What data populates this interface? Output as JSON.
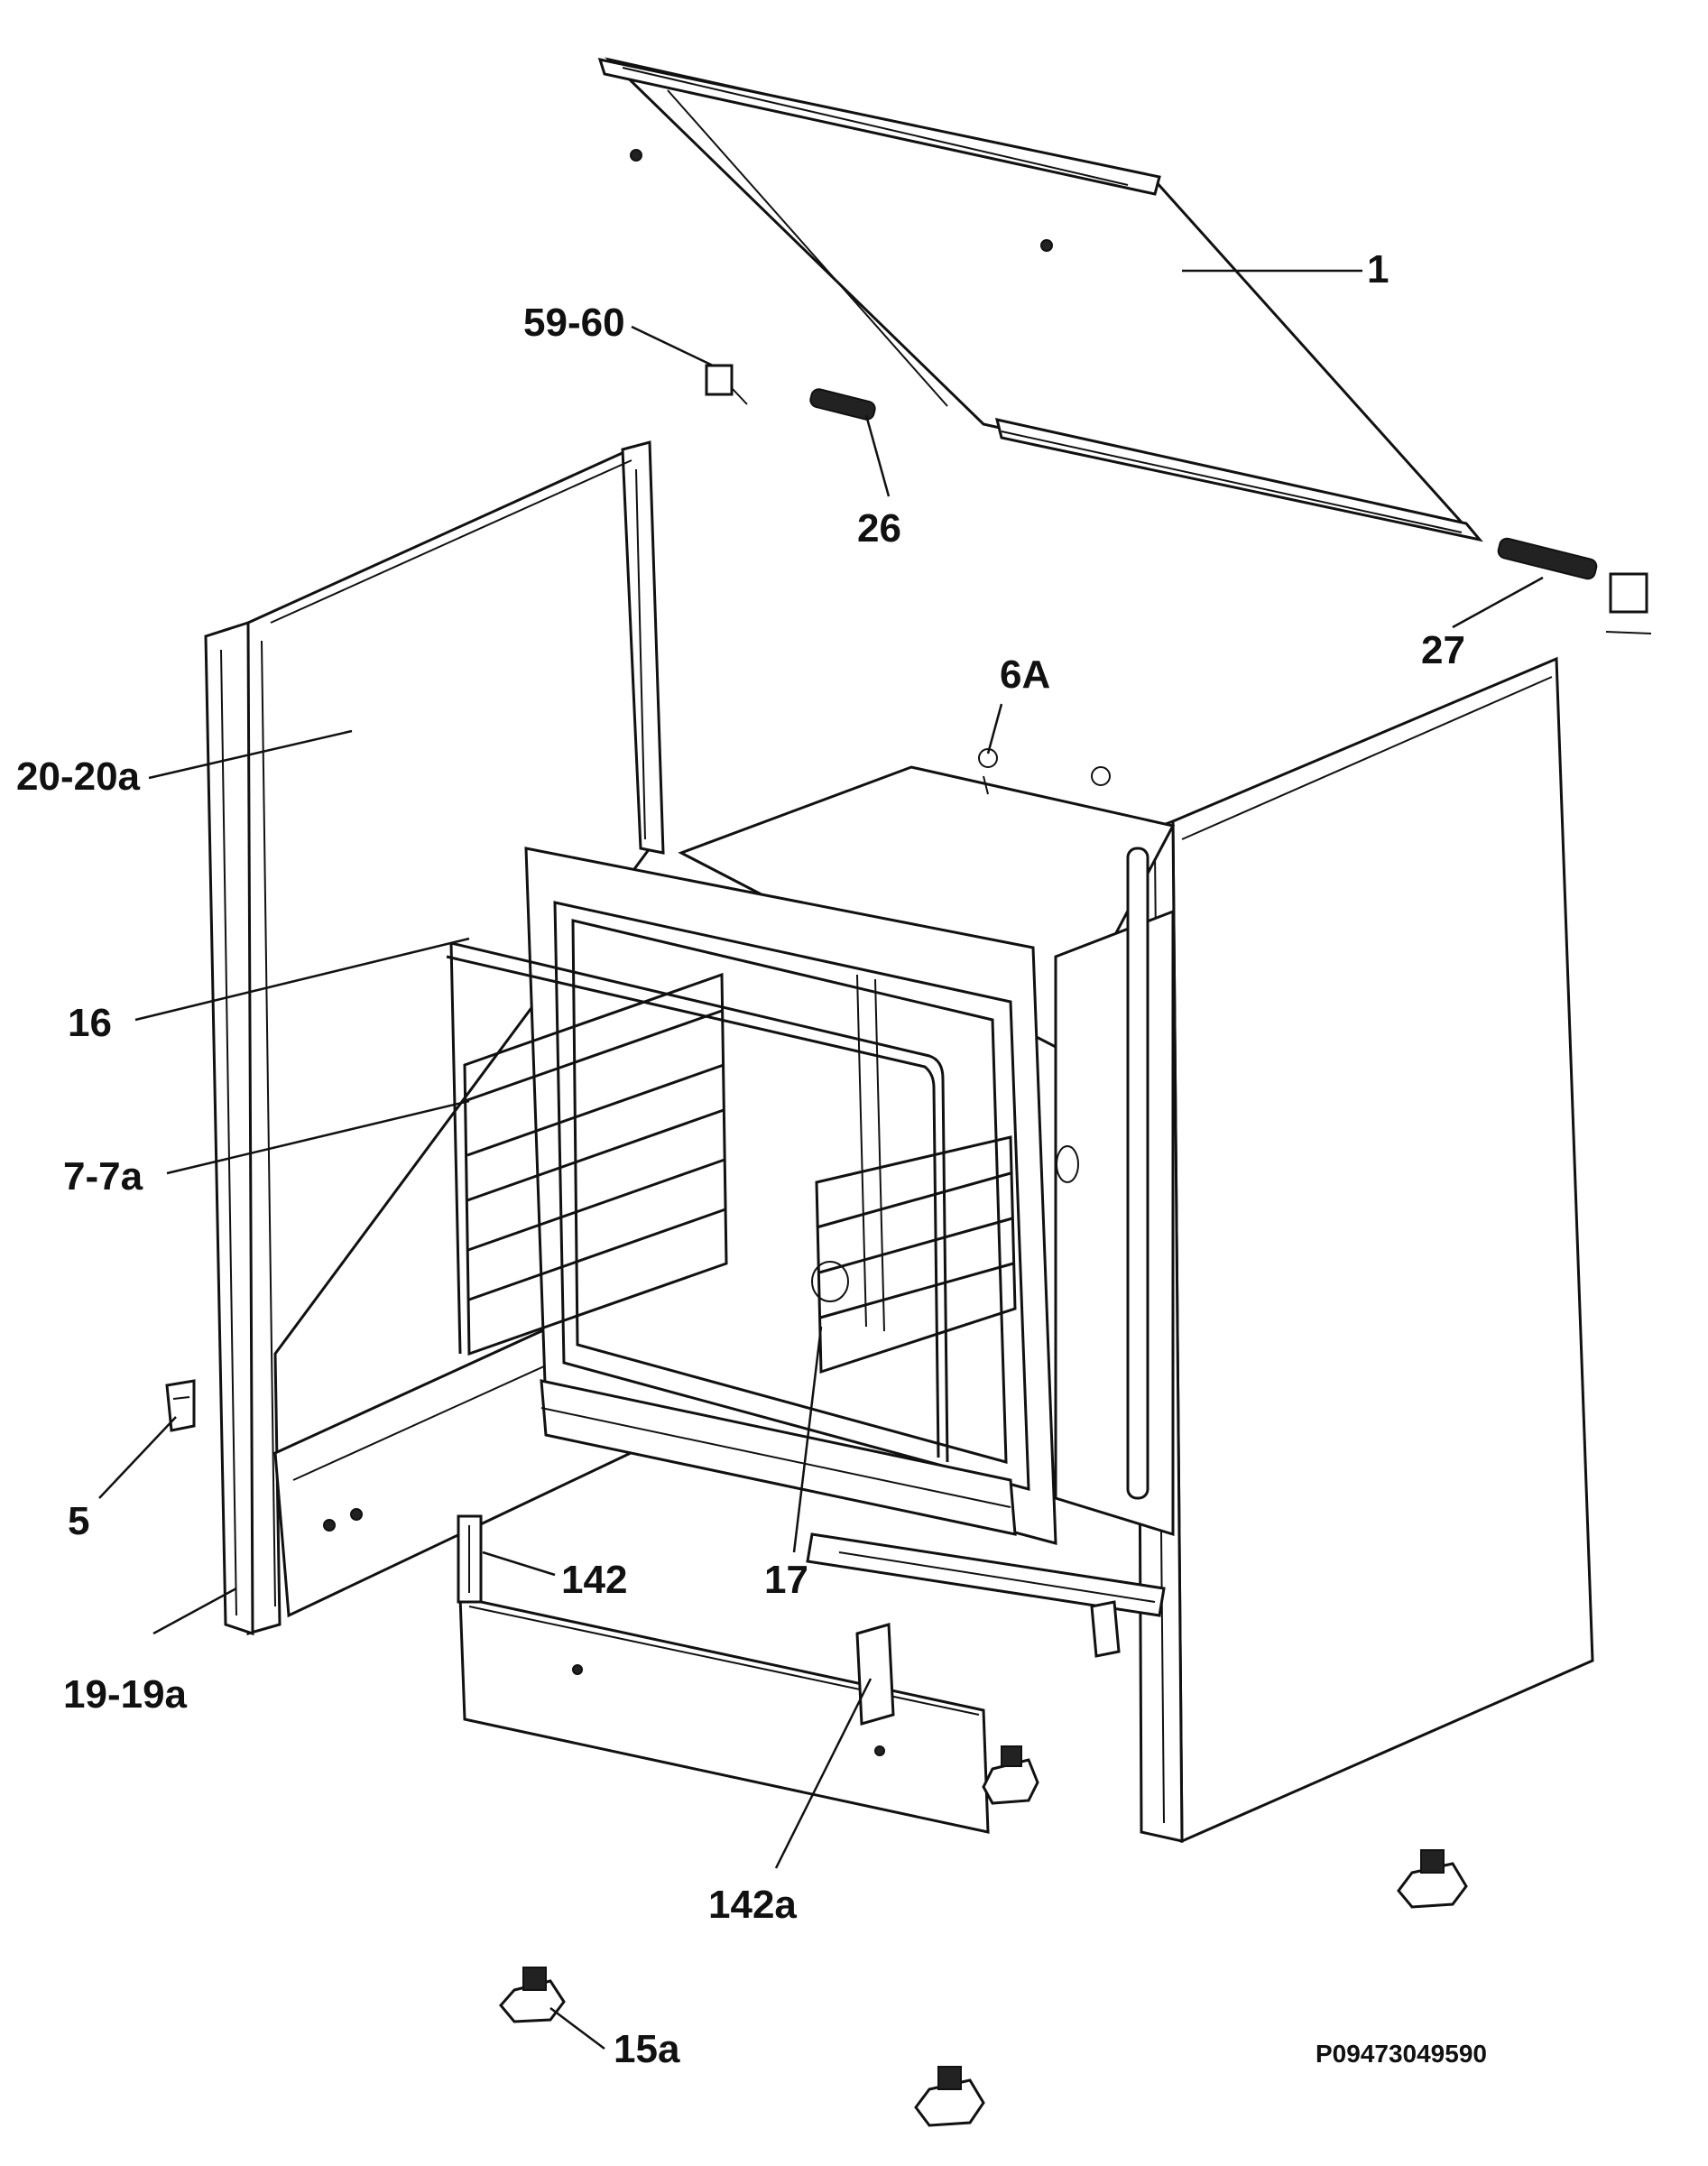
{
  "diagram": {
    "code": "P09473049590",
    "labels": {
      "l1": "1",
      "l5960": "59-60",
      "l26": "26",
      "l27": "27",
      "l6a": "6A",
      "l2020a": "20-20a",
      "l16": "16",
      "l77a": "7-7a",
      "l5": "5",
      "l1919a": "19-19a",
      "l142": "142",
      "l17": "17",
      "l142a": "142a",
      "l15a": "15a"
    }
  }
}
